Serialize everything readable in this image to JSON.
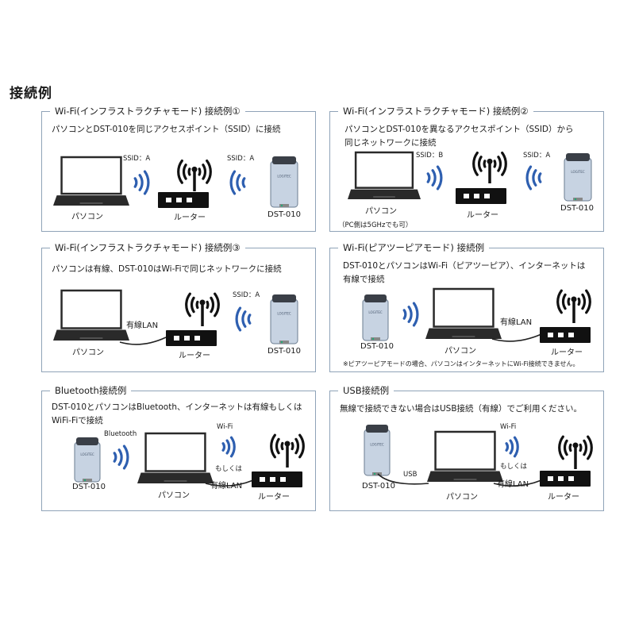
{
  "page_title": "接続例",
  "labels": {
    "pc": "パソコン",
    "router": "ルーター",
    "device": "DST-010",
    "ssid_a": "SSID：A",
    "ssid_b": "SSID：B",
    "wired_lan": "有線LAN",
    "bluetooth": "Bluetooth",
    "wifi": "Wi-Fi",
    "or": "もしくは",
    "usb": "USB",
    "device_logo": "LOGITEC"
  },
  "panels": [
    {
      "title": "Wi-Fi(インフラストラクチャモード) 接続例①",
      "desc": [
        "パソコンとDST-010を同じアクセスポイント（SSID）に接続"
      ]
    },
    {
      "title": "Wi-Fi(インフラストラクチャモード) 接続例②",
      "desc": [
        "パソコンとDST-010を異なるアクセスポイント（SSID）から",
        "同じネットワークに接続"
      ],
      "note": "（PC側は5GHzでも可）"
    },
    {
      "title": "Wi-Fi(インフラストラクチャモード) 接続例③",
      "desc": [
        "パソコンは有線、DST-010はWi-Fiで同じネットワークに接続"
      ]
    },
    {
      "title": "Wi-Fi(ピアツーピアモード) 接続例",
      "desc": [
        "DST-010とパソコンはWi-Fi（ピアツーピア）、インターネットは",
        "有線で接続"
      ],
      "note": "※ピアツーピアモードの場合、パソコンはインターネットにWi-Fi接続できません。"
    },
    {
      "title": "Bluetooth接続例",
      "desc": [
        "DST-010とパソコンはBluetooth、インターネットは有線もしくは",
        "WiFi-Fiで接続"
      ]
    },
    {
      "title": "USB接続例",
      "desc": [
        "無線で接続できない場合はUSB接続（有線）でご利用ください。"
      ]
    }
  ],
  "colors": {
    "border": "#8fa3b8",
    "signal": "#2e5fb0",
    "laptop": "#2a2a2a",
    "device_body": "#c7d3e2"
  }
}
